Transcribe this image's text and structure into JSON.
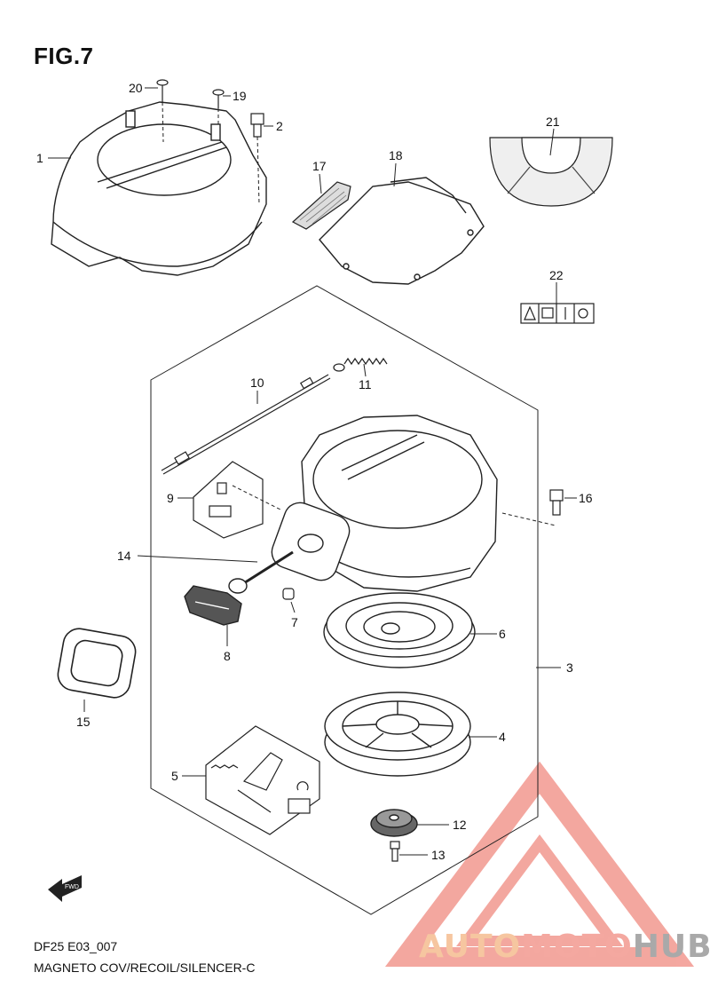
{
  "figure": {
    "title": "FIG.7"
  },
  "footer": {
    "model_code": "DF25 E03_007",
    "section_name": "MAGNETO COV/RECOIL/SILENCER-C"
  },
  "watermark": {
    "part_auto": "AUTO",
    "part_moto": "MOTO",
    "part_hub": "HUB",
    "colors": {
      "auto": "#f6c6a0",
      "moto": "#f4a8a0",
      "hub": "#a9a9a9",
      "triangle": "#f08a80"
    }
  },
  "callouts": {
    "c1": "1",
    "c2": "2",
    "c3": "3",
    "c4": "4",
    "c5": "5",
    "c6": "6",
    "c7": "7",
    "c8": "8",
    "c9": "9",
    "c10": "10",
    "c11": "11",
    "c12": "12",
    "c13": "13",
    "c14": "14",
    "c15": "15",
    "c16": "16",
    "c17": "17",
    "c18": "18",
    "c19": "19",
    "c20": "20",
    "c21": "21",
    "c22": "22"
  },
  "fwd_label": "FWD"
}
